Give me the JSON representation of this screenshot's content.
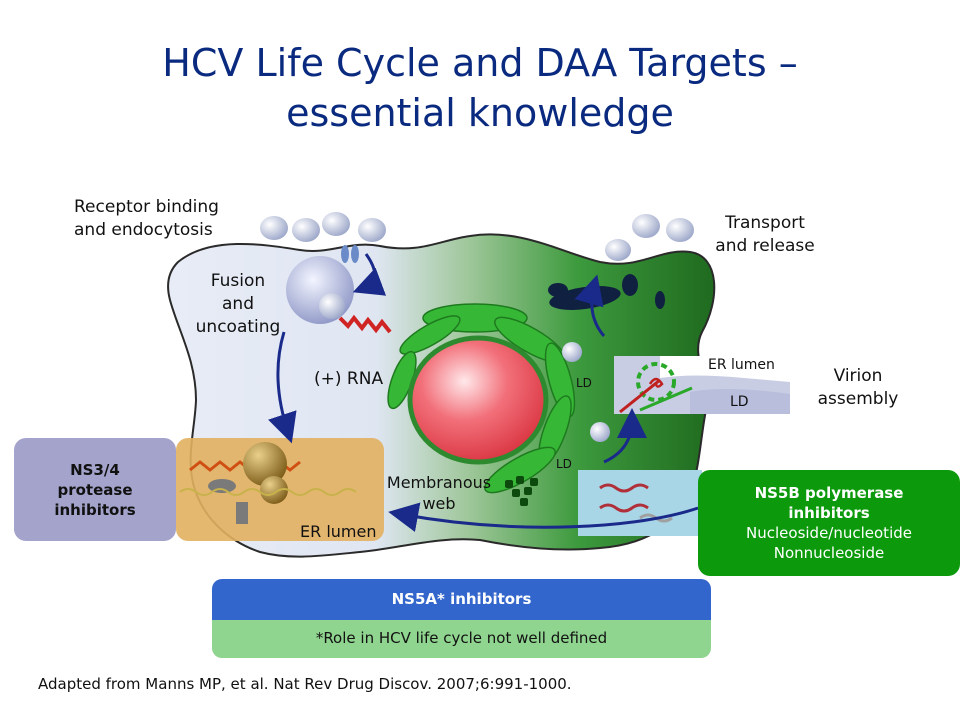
{
  "title": {
    "line1": "HCV Life Cycle and DAA Targets –",
    "line2": "essential knowledge"
  },
  "steps": {
    "receptor": {
      "line1": "Receptor binding",
      "line2": "and endocytosis"
    },
    "fusion": {
      "line1": "Fusion",
      "line2": "and",
      "line3": "uncoating"
    },
    "rna": "(+) RNA",
    "transport": {
      "line1": "Transport",
      "line2": "and release"
    },
    "virion": {
      "line1": "Virion",
      "line2": "assembly"
    },
    "membranous": {
      "line1": "Membranous",
      "line2": "web"
    }
  },
  "organelles": {
    "er_lumen_bottom": "ER lumen",
    "er_lumen_right": "ER lumen",
    "ld_inset": "LD",
    "ld_upper": "LD",
    "ld_lower": "LD"
  },
  "targets": {
    "ns34": {
      "line1": "NS3/4",
      "line2": "protease",
      "line3": "inhibitors"
    },
    "ns5b": {
      "line1": "NS5B polymerase",
      "line2": "inhibitors",
      "line3": "Nucleoside/nucleotide",
      "line4": "Nonnucleoside"
    },
    "ns5a": "NS5A* inhibitors",
    "ns5a_note": "*Role in HCV life cycle not well defined"
  },
  "footnote": "Adapted from Manns MP, et al. Nat Rev Drug Discov. 2007;6:991-1000.",
  "colors": {
    "title": "#0a2a80",
    "ns34_box": "#a3a3cb",
    "ns5b_box": "#0c9a0c",
    "ns5a_bar": "#3366cc",
    "ns5a_note_bar": "#8fd48f",
    "nucleus": "#e8404a",
    "er": "#2ea82e",
    "arrows": "#1a2a8a"
  }
}
